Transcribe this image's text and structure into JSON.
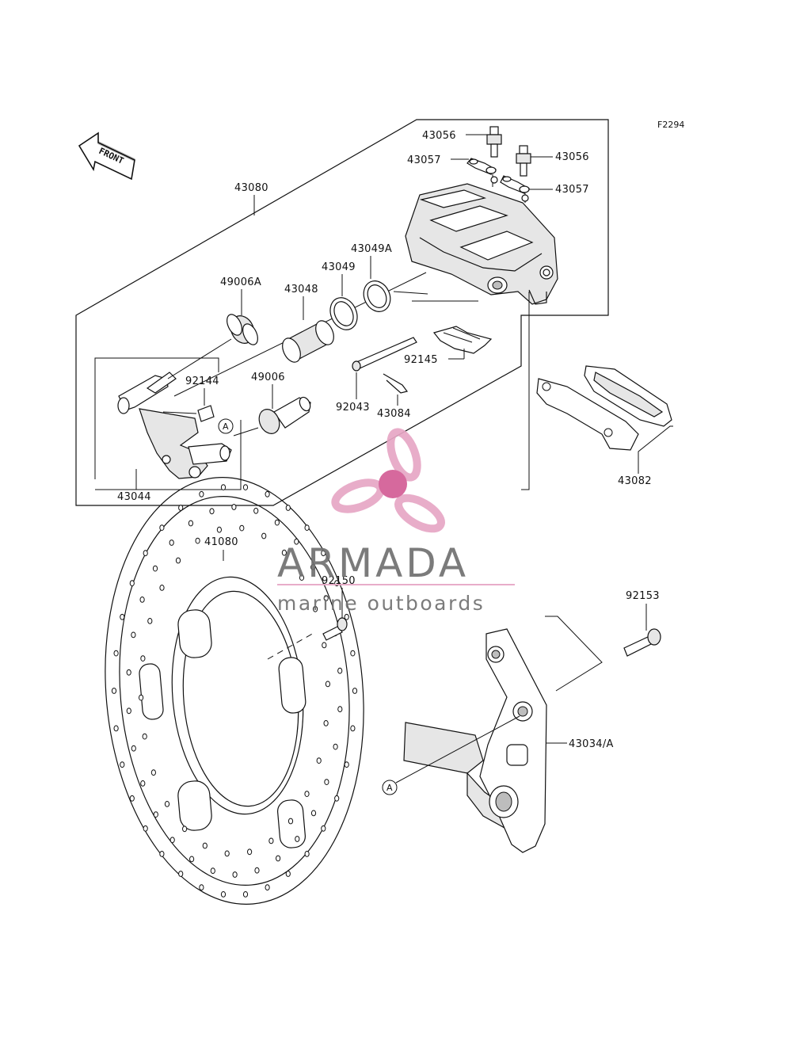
{
  "figure": {
    "code": "F2294"
  },
  "front_marker": {
    "text": "FRONT"
  },
  "watermark": {
    "title": "ARMADA",
    "subtitle": "marine outboards",
    "pink": "#e7a7c5",
    "pink_dark": "#d35d95",
    "gray": "#707070"
  },
  "reference_marks": {
    "a1": "A",
    "a2": "A"
  },
  "labels": {
    "p43080": "43080",
    "p43056a": "43056",
    "p43056b": "43056",
    "p43057a": "43057",
    "p43057b": "43057",
    "p43049a": "43049A",
    "p43049": "43049",
    "p43048": "43048",
    "p49006a": "49006A",
    "p49006": "49006",
    "p92144": "92144",
    "p92145": "92145",
    "p92043": "92043",
    "p43084": "43084",
    "p43044": "43044",
    "p43082": "43082",
    "p41080": "41080",
    "p92150": "92150",
    "p92153": "92153",
    "p43034": "43034/A"
  }
}
